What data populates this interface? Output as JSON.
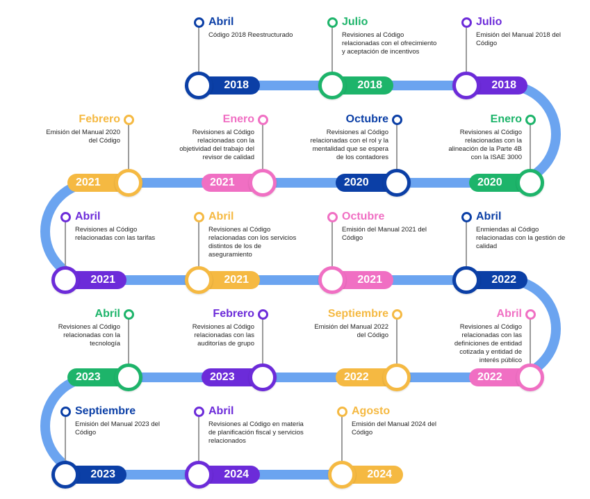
{
  "colors": {
    "track": "#6ba4f0",
    "blue": "#0b3fa6",
    "green": "#1db46a",
    "purple": "#6c2bd9",
    "yellow": "#f5b942",
    "pink": "#f06fc3"
  },
  "events": [
    {
      "month": "Abril",
      "desc": "Código 2018 Reestructurado",
      "year": "2018",
      "color": "blue"
    },
    {
      "month": "Julio",
      "desc": "Revisiones al Código relacionadas con el ofrecimiento y aceptación de incentivos",
      "year": "2018",
      "color": "green"
    },
    {
      "month": "Julio",
      "desc": "Emisión del Manual 2018 del Código",
      "year": "2018",
      "color": "purple"
    },
    {
      "month": "Febrero",
      "desc": "Emisión del Manual 2020 del Código",
      "year": "2021",
      "color": "yellow"
    },
    {
      "month": "Enero",
      "desc": "Revisiones al Código relacionadas con la objetividad del trabajo del revisor de calidad",
      "year": "2021",
      "color": "pink"
    },
    {
      "month": "Octubre",
      "desc": "Revisiones al Código relacionadas con el rol y la mentalidad que se espera de los contadores",
      "year": "2020",
      "color": "blue"
    },
    {
      "month": "Enero",
      "desc": "Revisiones al Código relacionadas con la alineación de la Parte 4B con la ISAE 3000",
      "year": "2020",
      "color": "green"
    },
    {
      "month": "Abril",
      "desc": "Revisiones al Código relacionadas con las tarifas",
      "year": "2021",
      "color": "purple"
    },
    {
      "month": "Abril",
      "desc": "Revisiones al Código relacionadas con los servicios distintos de los de aseguramiento",
      "year": "2021",
      "color": "yellow"
    },
    {
      "month": "Octubre",
      "desc": "Emisión del Manual 2021 del Código",
      "year": "2021",
      "color": "pink"
    },
    {
      "month": "Abril",
      "desc": "Enmiendas al Código relacionadas con la gestión de calidad",
      "year": "2022",
      "color": "blue"
    },
    {
      "month": "Abril",
      "desc": "Revisiones al Código relacionadas con la tecnología",
      "year": "2023",
      "color": "green"
    },
    {
      "month": "Febrero",
      "desc": "Revisiones al Código relacionadas con las auditorías de grupo",
      "year": "2023",
      "color": "purple"
    },
    {
      "month": "Septiembre",
      "desc": "Emisión del Manual 2022 del Código",
      "year": "2022",
      "color": "yellow"
    },
    {
      "month": "Abril",
      "desc": "Revisiones al Código relacionadas con las definiciones de entidad cotizada y entidad de interés público",
      "year": "2022",
      "color": "pink"
    },
    {
      "month": "Septiembre",
      "desc": "Emisión del Manual 2023 del Código",
      "year": "2023",
      "color": "blue"
    },
    {
      "month": "Abril",
      "desc": "Revisiones al Código en materia de planificación fiscal y servicios relacionados",
      "year": "2024",
      "color": "purple"
    },
    {
      "month": "Agosto",
      "desc": "Emisión del Manual 2024 del Código",
      "year": "2024",
      "color": "yellow"
    }
  ]
}
